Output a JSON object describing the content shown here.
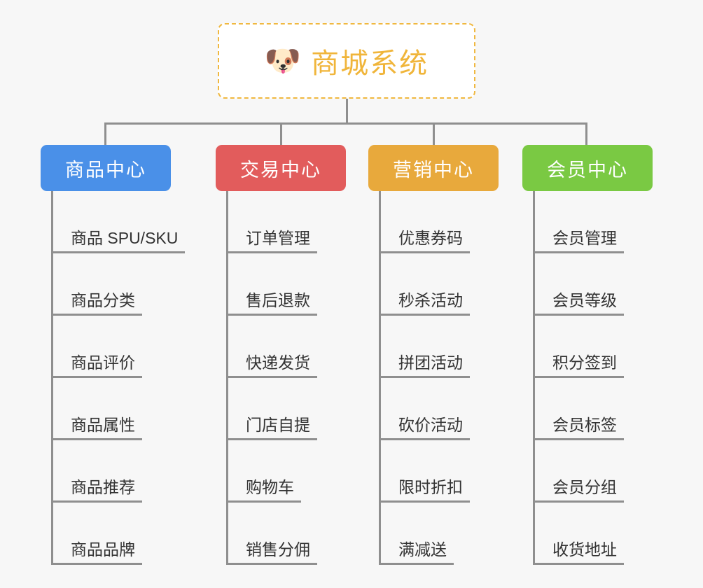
{
  "page": {
    "background_color": "#f7f7f7",
    "connector_color": "#8f8f8f"
  },
  "root": {
    "icon": "dog-face-emoji",
    "icon_glyph": "🐶",
    "title": "商城系统",
    "text_color": "#f0b53a",
    "border_color": "#f0b840"
  },
  "branches": [
    {
      "label": "商品中心",
      "color": "#4a90e8",
      "items": [
        "商品 SPU/SKU",
        "商品分类",
        "商品评价",
        "商品属性",
        "商品推荐",
        "商品品牌"
      ]
    },
    {
      "label": "交易中心",
      "color": "#e25c5c",
      "items": [
        "订单管理",
        "售后退款",
        "快递发货",
        "门店自提",
        "购物车",
        "销售分佣"
      ]
    },
    {
      "label": "营销中心",
      "color": "#e8a93c",
      "items": [
        "优惠券码",
        "秒杀活动",
        "拼团活动",
        "砍价活动",
        "限时折扣",
        "满减送"
      ]
    },
    {
      "label": "会员中心",
      "color": "#7ac943",
      "items": [
        "会员管理",
        "会员等级",
        "积分签到",
        "会员标签",
        "会员分组",
        "收货地址"
      ]
    }
  ]
}
